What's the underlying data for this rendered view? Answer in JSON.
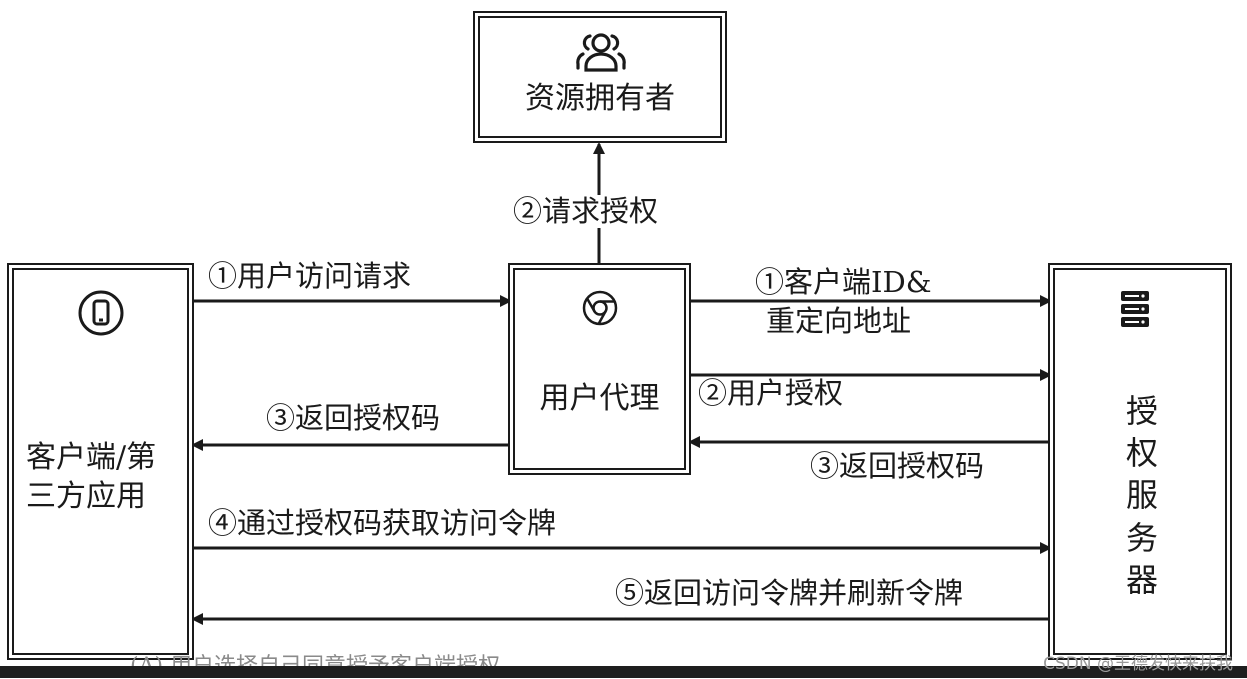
{
  "nodes": {
    "resource_owner": "资源拥有者",
    "user_agent": "用户代理",
    "client": "客户端/第三方应用",
    "auth_server": "授权服务器"
  },
  "edges": {
    "request_auth": "②请求授权",
    "user_access_request": "①用户访问请求",
    "client_id_line1": "①客户端ID&",
    "client_id_line2": "重定向地址",
    "user_authorize": "②用户授权",
    "return_code_to_client": "③返回授权码",
    "return_code_to_agent": "③返回授权码",
    "get_token_by_code": "④通过授权码获取访问令牌",
    "return_token": "⑤返回访问令牌并刷新令牌"
  },
  "caption": "(A) 用户选择自己同意授予客户端授权",
  "watermark": "CSDN @王德发快来扶我",
  "icons": {
    "resource_owner": "people-icon",
    "client": "phone-icon",
    "user_agent": "browser-icon",
    "auth_server": "server-icon"
  }
}
